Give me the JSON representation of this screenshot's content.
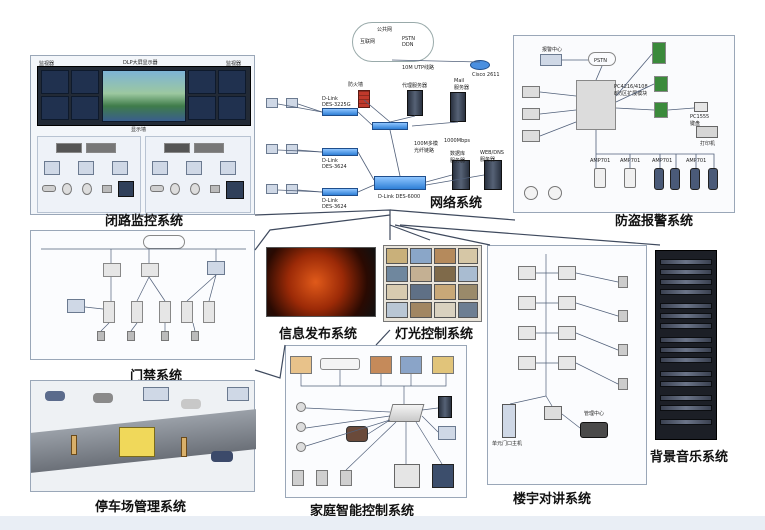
{
  "sections": {
    "cctv": "闭路监控系统",
    "network": "网络系统",
    "alarm": "防盗报警系统",
    "access": "门禁系统",
    "info": "信息发布系统",
    "lighting": "灯光控制系统",
    "home": "家庭智能控制系统",
    "intercom": "楼宇对讲系统",
    "parking": "停车场管理系统",
    "music": "背景音乐系统"
  },
  "cctv": {
    "dlp_label": "DLP大屏显示器",
    "ctrl_left": "监视器",
    "ctrl_right": "监视器",
    "monitor_label": "显示墙"
  },
  "network": {
    "internet": "互联网",
    "cloud1": "公共网",
    "pstn": "PSTN\nDDN",
    "line": "10M UTP线路",
    "router": "Cisco 2611",
    "firewall": "防火墙",
    "proxy": "代理服务器",
    "mail": "Mail\n服务器",
    "db": "数据库\n服务器",
    "web": "WEB/DNS\n服务器",
    "switch1": "D-Link\nDES-3225G",
    "switch2": "D-Link\nDES-3624",
    "switch3": "D-Link\nDES-3624",
    "core": "D-Link DES-6000",
    "link": "1000Mbps",
    "fiber": "100M多模\n光纤链路"
  },
  "alarm": {
    "center": "报警中心",
    "pstn": "PSTN",
    "panel": "PC4216/4108\n8防区扩展模块",
    "keypad": "PC1555\n键盘",
    "printer": "打印机",
    "amp": "AMP701"
  },
  "intercom": {
    "main": "管理中心",
    "unit": "单元门口主机"
  }
}
